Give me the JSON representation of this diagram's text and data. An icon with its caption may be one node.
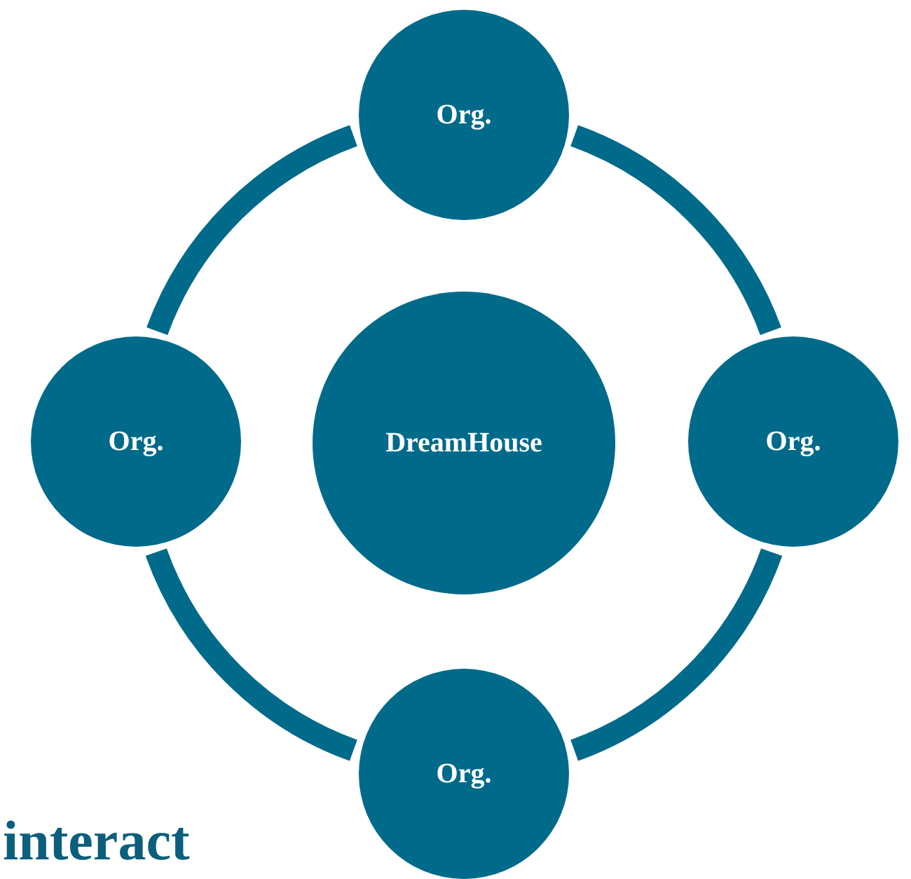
{
  "diagram": {
    "nodes": [
      {
        "text": [
          "Org."
        ]
      },
      {
        "text": [
          "Org."
        ]
      },
      {
        "text": [
          "DreamHouse"
        ]
      },
      {
        "text": [
          "Org."
        ]
      },
      {
        "text": [
          "Org."
        ]
      }
    ],
    "edges": [
      {
        "from": 0,
        "to": 3,
        "arrow": "none"
      },
      {
        "from": 3,
        "to": 4,
        "arrow": "none"
      },
      {
        "from": 4,
        "to": 1,
        "arrow": "none"
      },
      {
        "from": 1,
        "to": 0,
        "arrow": "none"
      }
    ],
    "labels": [
      "interact"
    ]
  }
}
